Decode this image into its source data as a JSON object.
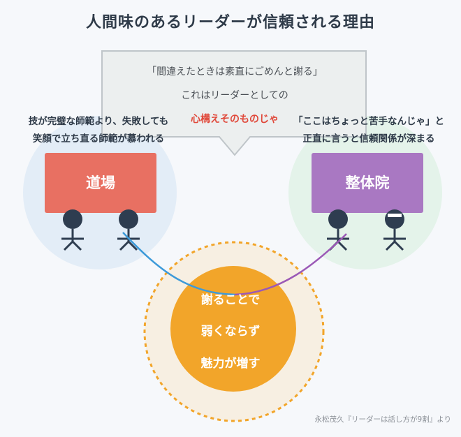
{
  "title": "人間味のあるリーダーが信頼される理由",
  "bubble": {
    "line1": "「間違えたときは素直にごめんと謝る」",
    "line2": "これはリーダーとしての",
    "line3": "心構えそのものじゃ"
  },
  "left": {
    "caption_line1": "技が完璧な師範より、失敗しても",
    "caption_line2": "笑顔で立ち直る師範が慕われる",
    "box_label": "道場"
  },
  "right": {
    "caption_line1": "「ここはちょっと苦手なんじゃ」と",
    "caption_line2": "正直に言うと信頼関係が深まる",
    "box_label": "整体院"
  },
  "core": {
    "line1": "謝ることで",
    "line2": "弱くならず",
    "line3": "魅力が増す"
  },
  "source": "永松茂久『リーダーは話し方が9割』より",
  "colors": {
    "dojo": "#e87062",
    "seitai": "#a978c2",
    "core": "#f2a52a",
    "left_circle": "#e3edf7",
    "right_circle": "#e4f3ea",
    "accent_red": "#e0483a",
    "line_blue": "#3d9ad9",
    "line_purple": "#9b59b6"
  }
}
